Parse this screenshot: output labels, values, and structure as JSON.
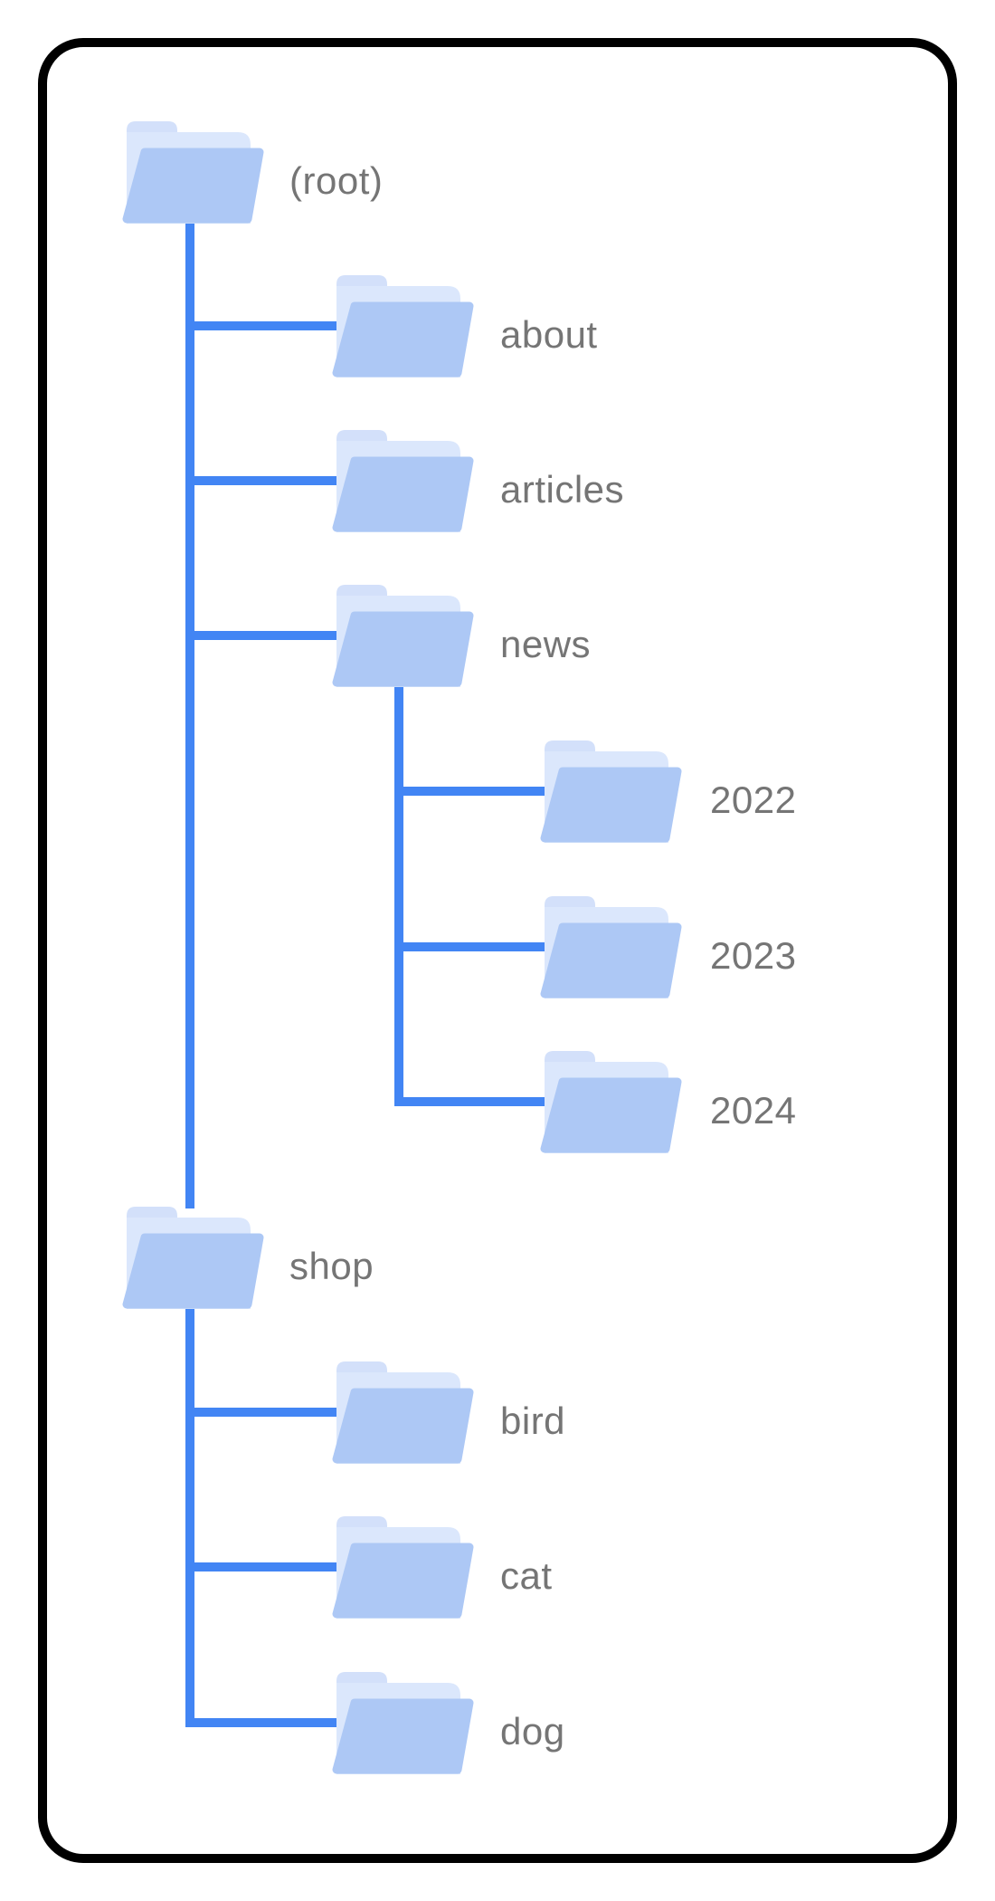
{
  "diagram": {
    "kind": "site-folder-tree",
    "background_color": "#ffffff",
    "frame_color": "#000000",
    "connector_color": "#4285f4",
    "label_color": "#757575",
    "folder_colors": {
      "back": "#d3e0fa",
      "middle": "#dbe7fc",
      "front": "#adc8f5"
    },
    "nodes": [
      {
        "id": "root",
        "label": "(root)",
        "indent": 0,
        "parent": null
      },
      {
        "id": "about",
        "label": "about",
        "indent": 1,
        "parent": "root"
      },
      {
        "id": "articles",
        "label": "articles",
        "indent": 1,
        "parent": "root"
      },
      {
        "id": "news",
        "label": "news",
        "indent": 1,
        "parent": "root"
      },
      {
        "id": "y2022",
        "label": "2022",
        "indent": 2,
        "parent": "news"
      },
      {
        "id": "y2023",
        "label": "2023",
        "indent": 2,
        "parent": "news"
      },
      {
        "id": "y2024",
        "label": "2024",
        "indent": 2,
        "parent": "news"
      },
      {
        "id": "shop",
        "label": "shop",
        "indent": 0,
        "parent": "root"
      },
      {
        "id": "bird",
        "label": "bird",
        "indent": 1,
        "parent": "shop"
      },
      {
        "id": "cat",
        "label": "cat",
        "indent": 1,
        "parent": "shop"
      },
      {
        "id": "dog",
        "label": "dog",
        "indent": 1,
        "parent": "shop"
      }
    ]
  }
}
